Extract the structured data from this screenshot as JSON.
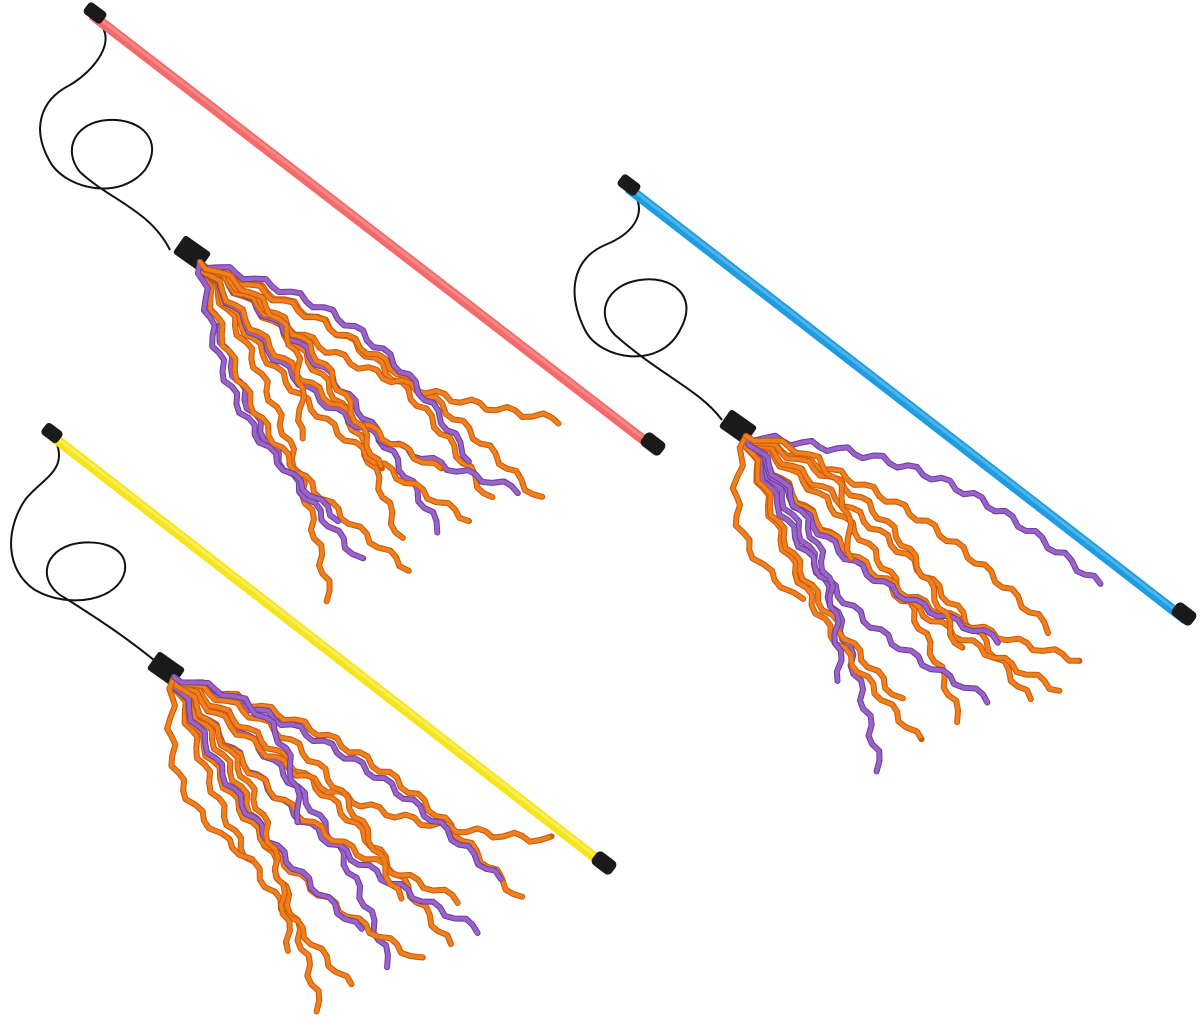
{
  "scene": {
    "background_color": "#ffffff",
    "colors": {
      "rod_cap": "#1a1a1a",
      "cord": "#111111",
      "ribbon_orange": "#f07f1c",
      "ribbon_orange_dark": "#c85a0c",
      "ribbon_purple": "#9b63c9",
      "ribbon_purple_dark": "#6b3f9a"
    },
    "wands": [
      {
        "id": "red",
        "rod_color": "#f26a6a",
        "rod_highlight": "#ff9a9a"
      },
      {
        "id": "blue",
        "rod_color": "#1f9be0",
        "rod_highlight": "#6cc7f5"
      },
      {
        "id": "yellow",
        "rod_color": "#f5e41c",
        "rod_highlight": "#fff582"
      }
    ]
  }
}
